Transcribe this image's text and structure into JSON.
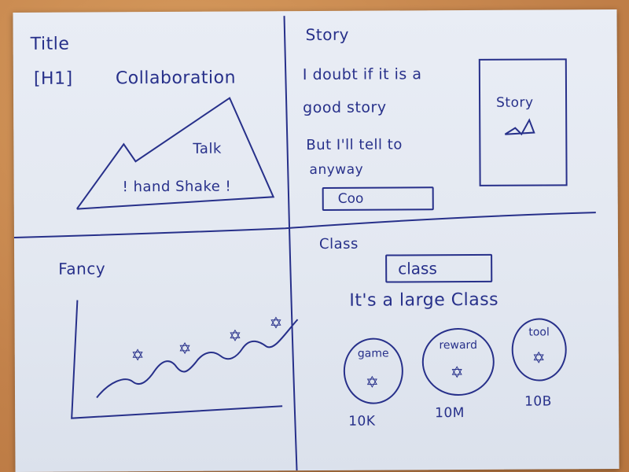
{
  "panels": {
    "title": {
      "heading": "Title",
      "h1_tag": "[H1]",
      "h1_text": "Collaboration",
      "talk_label": "Talk",
      "handshake_label": "! hand Shake !"
    },
    "story": {
      "heading": "Story",
      "text_line1": "I doubt if it is a",
      "text_line2": "good story",
      "text_line3": "But I'll tell to",
      "text_line4": "anyway",
      "button_label": "Coo",
      "image_label": "Story"
    },
    "fancy": {
      "heading": "Fancy"
    },
    "class": {
      "heading": "Class",
      "button_label": "class",
      "subtitle": "It's a large Class",
      "items": [
        {
          "label": "game",
          "value": "10K"
        },
        {
          "label": "reward",
          "value": "10M"
        },
        {
          "label": "tool",
          "value": "10B"
        }
      ]
    }
  },
  "colors": {
    "ink": "#27308a",
    "paper": "#e6eaf3",
    "desk": "#c98a4e"
  },
  "icons": {
    "star": "star-of-david-icon"
  }
}
